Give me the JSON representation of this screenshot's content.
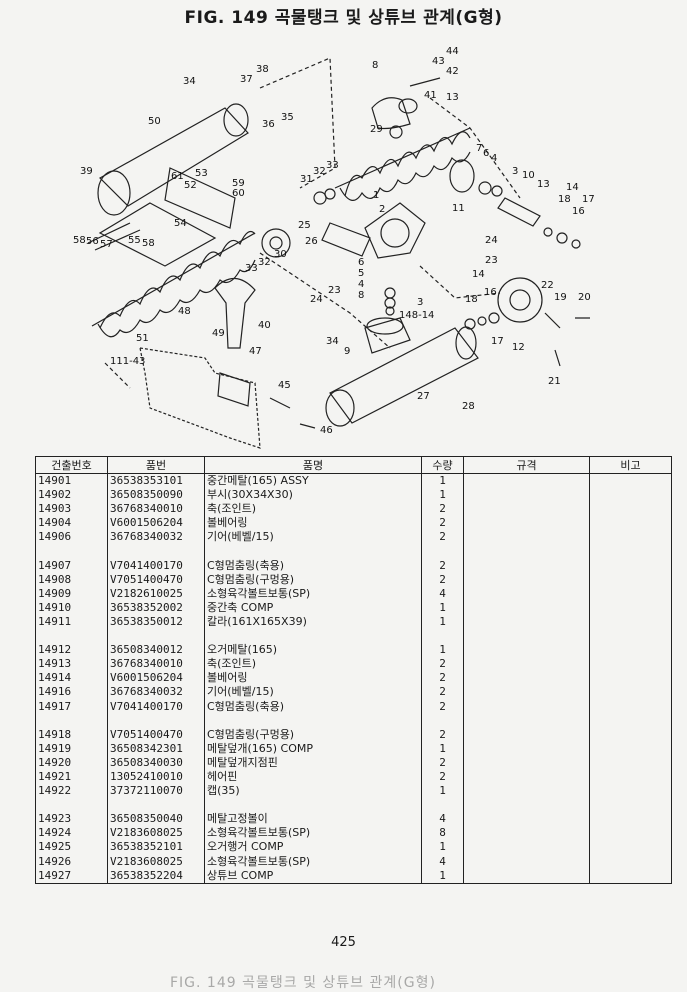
{
  "page": {
    "title": "FIG. 149 곡물탱크 및 상튜브 관계(G형)",
    "page_number": "425",
    "bleed_text": "FIG. 149 곡물탱크 및 상튜브 관계(G형)"
  },
  "diagram": {
    "labels": [
      "44",
      "43",
      "42",
      "41",
      "13",
      "34",
      "37",
      "38",
      "36",
      "35",
      "50",
      "29",
      "7",
      "6",
      "4",
      "8",
      "3",
      "10",
      "13",
      "14",
      "18",
      "17",
      "16",
      "39",
      "61",
      "53",
      "52",
      "59",
      "60",
      "58",
      "56",
      "57",
      "55",
      "58",
      "54",
      "31",
      "32",
      "33",
      "1",
      "2",
      "11",
      "25",
      "26",
      "33",
      "32",
      "30",
      "24",
      "23",
      "24",
      "6",
      "5",
      "4",
      "8",
      "23",
      "48",
      "49",
      "40",
      "3",
      "148-14",
      "14",
      "18",
      "16",
      "22",
      "19",
      "20",
      "17",
      "12",
      "51",
      "111-43",
      "34",
      "9",
      "47",
      "45",
      "46",
      "27",
      "28",
      "21"
    ]
  },
  "table": {
    "headers": [
      "건출번호",
      "품번",
      "품명",
      "수량",
      "규격",
      "비고"
    ],
    "rows": [
      {
        "no": "14901",
        "part": "36538353101",
        "name": "중간메탈(165) ASSY",
        "qty": "1",
        "spec": "",
        "note": ""
      },
      {
        "no": "14902",
        "part": "36508350090",
        "name": "부시(30X34X30)",
        "qty": "1",
        "spec": "",
        "note": ""
      },
      {
        "no": "14903",
        "part": "36768340010",
        "name": "축(조인트)",
        "qty": "2",
        "spec": "",
        "note": ""
      },
      {
        "no": "14904",
        "part": "V6001506204",
        "name": "볼베어링",
        "qty": "2",
        "spec": "",
        "note": ""
      },
      {
        "no": "14906",
        "part": "36768340032",
        "name": "기어(베벨/15)",
        "qty": "2",
        "spec": "",
        "note": ""
      },
      {
        "no": "",
        "part": "",
        "name": "",
        "qty": "",
        "spec": "",
        "note": ""
      },
      {
        "no": "14907",
        "part": "V7041400170",
        "name": "C형멈춤링(축용)",
        "qty": "2",
        "spec": "",
        "note": ""
      },
      {
        "no": "14908",
        "part": "V7051400470",
        "name": "C형멈춤링(구멍용)",
        "qty": "2",
        "spec": "",
        "note": ""
      },
      {
        "no": "14909",
        "part": "V2182610025",
        "name": "소형육각볼트보통(SP)",
        "qty": "4",
        "spec": "",
        "note": ""
      },
      {
        "no": "14910",
        "part": "36538352002",
        "name": "중간축 COMP",
        "qty": "1",
        "spec": "",
        "note": ""
      },
      {
        "no": "14911",
        "part": "36538350012",
        "name": "칼라(161X165X39)",
        "qty": "1",
        "spec": "",
        "note": ""
      },
      {
        "no": "",
        "part": "",
        "name": "",
        "qty": "",
        "spec": "",
        "note": ""
      },
      {
        "no": "14912",
        "part": "36508340012",
        "name": "오거메탈(165)",
        "qty": "1",
        "spec": "",
        "note": ""
      },
      {
        "no": "14913",
        "part": "36768340010",
        "name": "축(조인트)",
        "qty": "2",
        "spec": "",
        "note": ""
      },
      {
        "no": "14914",
        "part": "V6001506204",
        "name": "볼베어링",
        "qty": "2",
        "spec": "",
        "note": ""
      },
      {
        "no": "14916",
        "part": "36768340032",
        "name": "기어(베벨/15)",
        "qty": "2",
        "spec": "",
        "note": ""
      },
      {
        "no": "14917",
        "part": "V7041400170",
        "name": "C형멈춤링(축용)",
        "qty": "2",
        "spec": "",
        "note": ""
      },
      {
        "no": "",
        "part": "",
        "name": "",
        "qty": "",
        "spec": "",
        "note": ""
      },
      {
        "no": "14918",
        "part": "V7051400470",
        "name": "C형멈춤링(구멍용)",
        "qty": "2",
        "spec": "",
        "note": ""
      },
      {
        "no": "14919",
        "part": "36508342301",
        "name": "메탈덮개(165) COMP",
        "qty": "1",
        "spec": "",
        "note": ""
      },
      {
        "no": "14920",
        "part": "36508340030",
        "name": "메탈덮개지점핀",
        "qty": "2",
        "spec": "",
        "note": ""
      },
      {
        "no": "14921",
        "part": "13052410010",
        "name": "헤어핀",
        "qty": "2",
        "spec": "",
        "note": ""
      },
      {
        "no": "14922",
        "part": "37372110070",
        "name": "캡(35)",
        "qty": "1",
        "spec": "",
        "note": ""
      },
      {
        "no": "",
        "part": "",
        "name": "",
        "qty": "",
        "spec": "",
        "note": ""
      },
      {
        "no": "14923",
        "part": "36508350040",
        "name": "메탈고정볼이",
        "qty": "4",
        "spec": "",
        "note": ""
      },
      {
        "no": "14924",
        "part": "V2183608025",
        "name": "소형육각볼트보통(SP)",
        "qty": "8",
        "spec": "",
        "note": ""
      },
      {
        "no": "14925",
        "part": "36538352101",
        "name": "오거행거 COMP",
        "qty": "1",
        "spec": "",
        "note": ""
      },
      {
        "no": "14926",
        "part": "V2183608025",
        "name": "소형육각볼트보통(SP)",
        "qty": "4",
        "spec": "",
        "note": ""
      },
      {
        "no": "14927",
        "part": "36538352204",
        "name": "상튜브 COMP",
        "qty": "1",
        "spec": "",
        "note": ""
      }
    ]
  }
}
